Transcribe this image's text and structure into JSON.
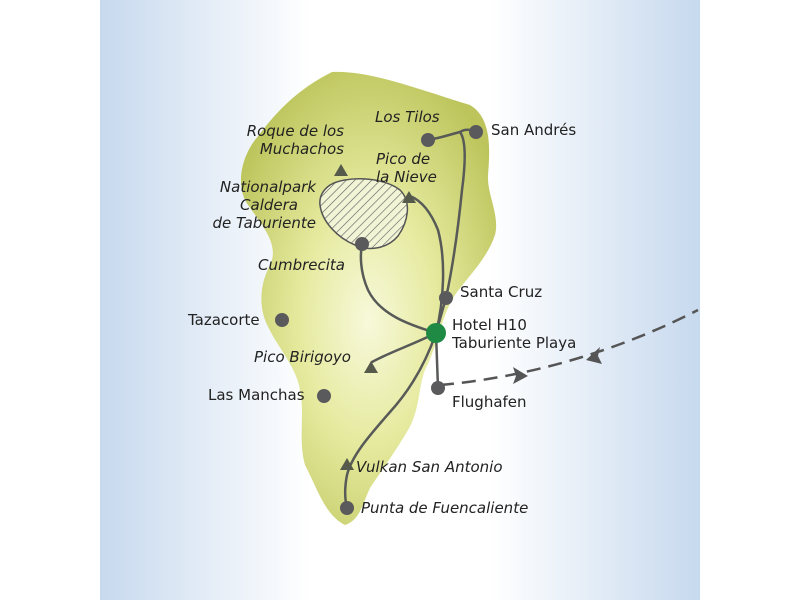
{
  "colors": {
    "sea_center": "#ffffff",
    "sea_edge": "#c7d9ee",
    "island_light": "#f4f7cf",
    "island_mid": "#d9df8a",
    "island_edge": "#b5bf55",
    "route": "#575a57",
    "point": "#5a5a5c",
    "hotel": "#1e8a43",
    "label": "#222222"
  },
  "labels": {
    "los_tilos": "Los Tilos",
    "san_andres": "San Andrés",
    "roque_line1": "Roque de los",
    "roque_line2": "Muchachos",
    "pico_nieve_line1": "Pico de",
    "pico_nieve_line2": "la Nieve",
    "np_line1": "Nationalpark",
    "np_line2": "Caldera",
    "np_line3": "de Taburiente",
    "cumbrecita": "Cumbrecita",
    "santa_cruz": "Santa Cruz",
    "tazacorte": "Tazacorte",
    "hotel_line1": "Hotel H10",
    "hotel_line2": "Taburiente Playa",
    "pico_birigoyo": "Pico Birigoyo",
    "las_manchas": "Las Manchas",
    "flughafen": "Flughafen",
    "vulkan": "Vulkan San Antonio",
    "punta": "Punta de Fuencaliente"
  },
  "icons": {
    "town": "circle-marker",
    "hotel": "green-circle-marker",
    "peak": "triangle-peak",
    "park": "hatched-area",
    "flight": "dashed-flight-arrow"
  }
}
